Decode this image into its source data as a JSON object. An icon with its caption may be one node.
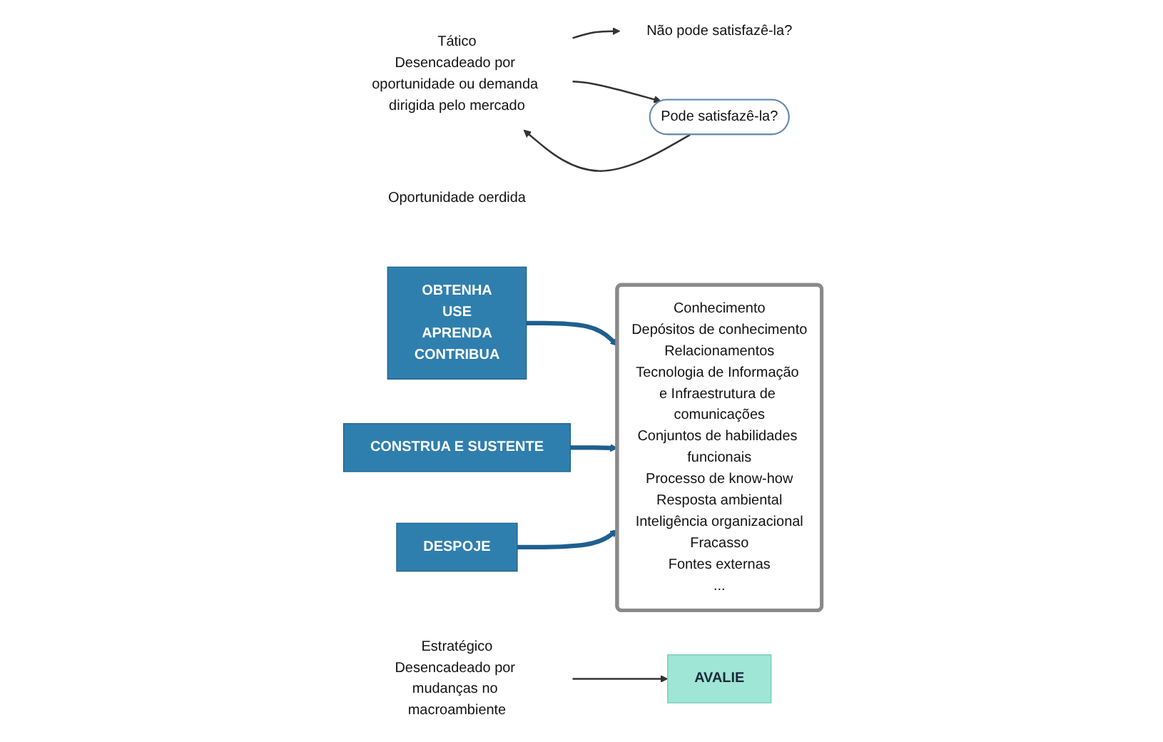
{
  "diagram": {
    "nodes": [
      {
        "text": [
          "Tático",
          "Desencadeado por oportunidade ou demanda dirigida pelo mercado"
        ]
      },
      {
        "text": [
          "Não pode satisfazê-la?"
        ]
      },
      {
        "text": [
          "Pode satisfazê-la?"
        ]
      },
      {
        "text": [
          "Oportunidade oerdida"
        ]
      },
      {
        "text": [
          "OBTENHA",
          "USE",
          "APRENDA",
          "CONTRIBUA"
        ]
      },
      {
        "text": [
          "Conhecimento",
          "Depósitos de conhecimento",
          "Relacionamentos",
          "Tecnologia de Informação e Infraestrutura de comunicações",
          "Conjuntos de habilidades funcionais",
          "Processo de know-how",
          "Resposta ambiental",
          "Inteligência organizacional",
          "Fracasso",
          "Fontes externas",
          "..."
        ]
      },
      {
        "text": [
          "Estratégico",
          "Desencadeado por mudanças no macroambiente"
        ]
      },
      {
        "text": [
          "AVALIE"
        ]
      },
      {
        "text": [
          "CONSTRUA E SUSTENTE"
        ]
      },
      {
        "text": [
          "DESPOJE"
        ]
      }
    ],
    "edges": [
      {
        "from": 0,
        "to": 1,
        "arrow": "to"
      },
      {
        "from": 0,
        "to": 2,
        "arrow": "to"
      },
      {
        "from": 2,
        "to": 0,
        "arrow": "to"
      },
      {
        "from": 6,
        "to": 7,
        "arrow": "to"
      },
      {
        "from": 4,
        "to": 5,
        "arrow": "to",
        "style": "thick",
        "color": "#1f5f8f"
      },
      {
        "from": 8,
        "to": 5,
        "arrow": "to",
        "style": "thick",
        "color": "#1f5f8f"
      },
      {
        "from": 9,
        "to": 5,
        "arrow": "to",
        "style": "thick",
        "color": "#1f5f8f"
      }
    ]
  }
}
